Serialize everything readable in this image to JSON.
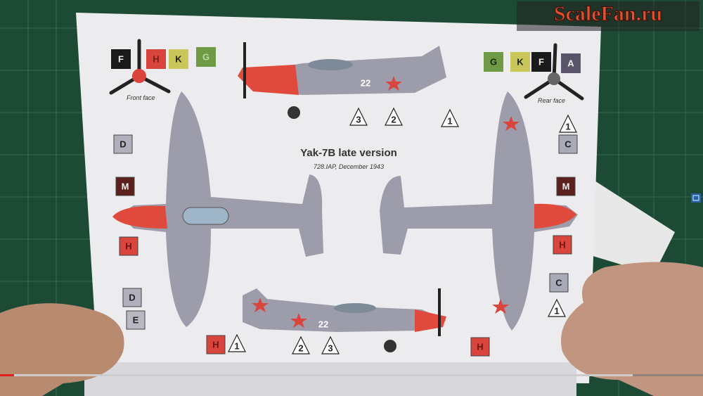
{
  "logo": "ScaleFan.ru",
  "sheet": {
    "title": "Yak-7B late version",
    "subtitle": "728.IAP, December 1943",
    "front_face": "Front face",
    "rear_face": "Rear face",
    "nose_number": "22"
  },
  "keys_front": [
    "F",
    "H",
    "K",
    "G"
  ],
  "keys_rear": [
    "G",
    "K",
    "F",
    "A"
  ],
  "callouts_left": [
    "D",
    "M",
    "H",
    "D",
    "E",
    "H"
  ],
  "callouts_right": [
    "C",
    "M",
    "H",
    "C",
    "H"
  ],
  "triangles_top": [
    "3",
    "2",
    "1"
  ],
  "triangles_bottom": [
    "1",
    "2",
    "3"
  ],
  "triangles_right": [
    "1",
    "1"
  ],
  "colors": {
    "F": "#1a1a1a",
    "H": "#d9453d",
    "K": "#c9c65a",
    "G": "#6f9a45",
    "A": "#5a5468",
    "D": "#b0b0bd",
    "E": "#b8b8c2",
    "C": "#a9aab8",
    "M": "#5b1f1c",
    "aircraft_gray": "#9c9cab",
    "nose_red": "#e04a3c",
    "mat_green": "#1d4a34"
  },
  "player": {
    "progress_percent": 2,
    "buffered_percent": 90
  }
}
